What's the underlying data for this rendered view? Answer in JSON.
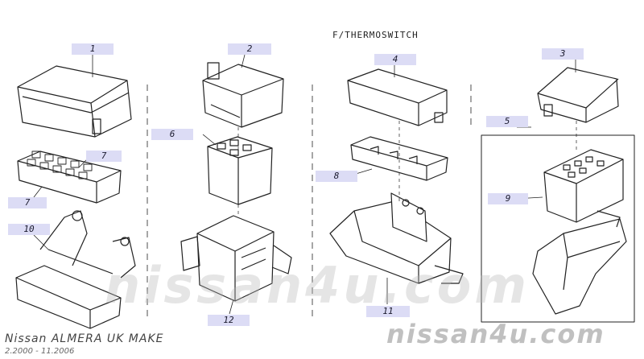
{
  "diagram": {
    "caption": "F/THERMOSWITCH",
    "labels": [
      {
        "id": "l1",
        "text": "1"
      },
      {
        "id": "l2",
        "text": "2"
      },
      {
        "id": "l3",
        "text": "3"
      },
      {
        "id": "l4",
        "text": "4"
      },
      {
        "id": "l5",
        "text": "5"
      },
      {
        "id": "l6",
        "text": "6"
      },
      {
        "id": "l7a",
        "text": "7"
      },
      {
        "id": "l7b",
        "text": "7"
      },
      {
        "id": "l8",
        "text": "8"
      },
      {
        "id": "l9",
        "text": "9"
      },
      {
        "id": "l10",
        "text": "10"
      },
      {
        "id": "l11",
        "text": "11"
      },
      {
        "id": "l12",
        "text": "12"
      }
    ]
  },
  "footer": {
    "model": "Nissan ALMERA UK MAKE",
    "dates": "2.2000 - 11.2006"
  },
  "watermark": {
    "center": "nissan4u.com",
    "corner": "nissan4u.com"
  }
}
